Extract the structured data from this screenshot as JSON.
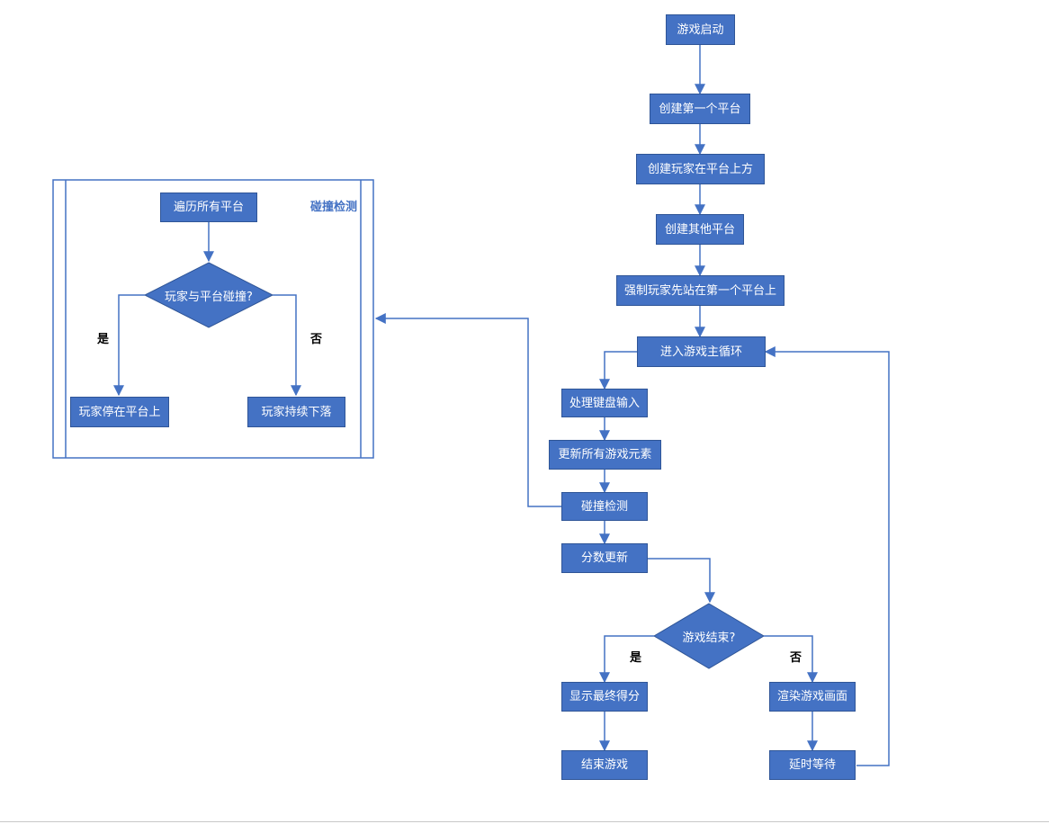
{
  "colors": {
    "node_fill": "#4472c4",
    "node_border": "#2f5597",
    "connector": "#4472c4",
    "frame_stroke": "#4472c4",
    "frame_title": "#4472c4",
    "node_text": "#ffffff"
  },
  "main_flow": {
    "game_start": "游戏启动",
    "create_first_platform": "创建第一个平台",
    "create_player_above": "创建玩家在平台上方",
    "create_other_platforms": "创建其他平台",
    "force_player_on_first": "强制玩家先站在第一个平台上",
    "enter_main_loop": "进入游戏主循环",
    "handle_keyboard_input": "处理键盘输入",
    "update_all_elements": "更新所有游戏元素",
    "collision_detection": "碰撞检测",
    "score_update": "分数更新",
    "game_over_question": "游戏结束?",
    "yes_label": "是",
    "no_label": "否",
    "show_final_score": "显示最终得分",
    "end_game": "结束游戏",
    "render_game_screen": "渲染游戏画面",
    "delay_wait": "延时等待"
  },
  "collision_subprocess": {
    "title": "碰撞检测",
    "iterate_platforms": "遍历所有平台",
    "collide_question": "玩家与平台碰撞?",
    "yes_label": "是",
    "no_label": "否",
    "player_stays": "玩家停在平台上",
    "player_keeps_falling": "玩家持续下落"
  }
}
